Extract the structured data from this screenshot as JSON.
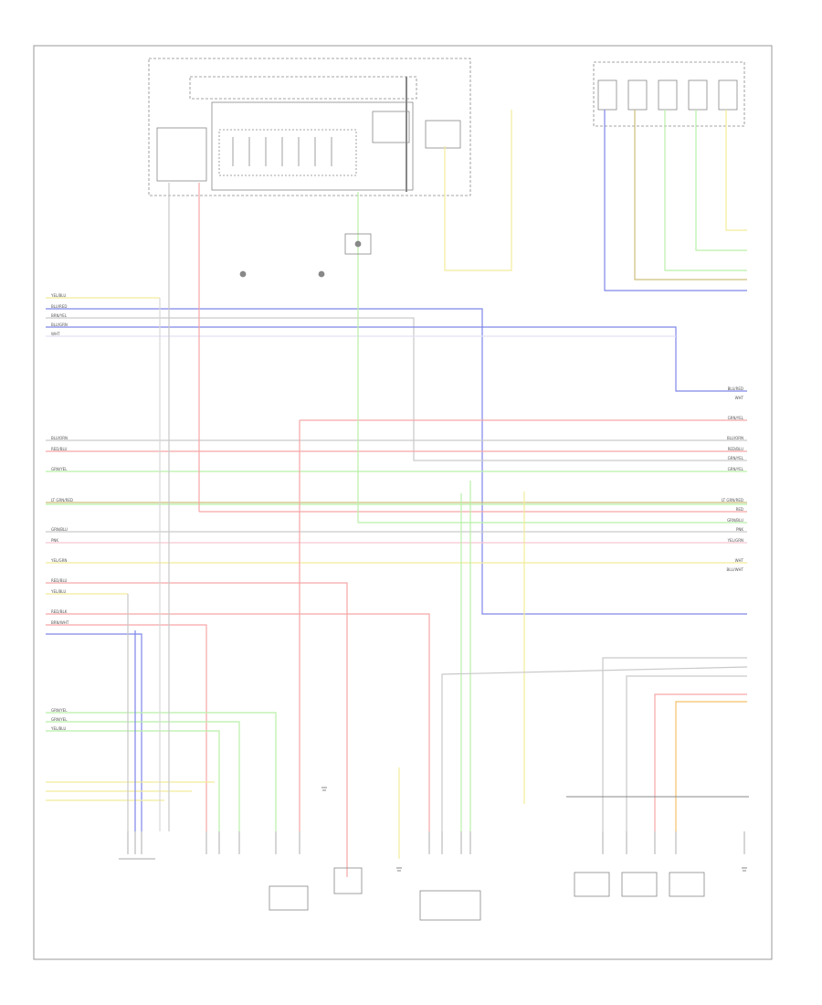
{
  "page_code": "",
  "colors": {
    "frame": "#999999",
    "component": "#888888",
    "ground": "#666666",
    "red": "#f7a6a6",
    "yellow": "#f2ec9a",
    "green": "#b9f0a8",
    "blue": "#7f86e8",
    "brown": "#cdbf7c",
    "orange": "#f5c06a",
    "gray": "#c9c9c9",
    "violet": "#c69bd6"
  },
  "wire_labels": {
    "left_side": [
      "YEL/BLU",
      "BLU/RED",
      "BRN/YEL",
      "BLU/GRN",
      "WHT",
      "BLU/ORN",
      "RED/BLU",
      "GRN/YEL",
      "LT GRN/RED",
      "GRN/BLU",
      "PNK",
      "YEL/GRN",
      "RED/BLU",
      "YEL/BLU",
      "RED/BLK",
      "BRN/WHT",
      "GRN/YEL",
      "GRN/YEL",
      "YEL/BLU"
    ],
    "right_side": [
      "BLU/RED",
      "WHT",
      "GRN/YEL",
      "BLU/ORN",
      "RED/BLU",
      "GRN/YEL",
      "GRN/YEL",
      "LT GRN/RED",
      "RED",
      "GRN/BLU",
      "PNK",
      "YEL/GRN",
      "WHT",
      "BLU/WHT"
    ]
  }
}
